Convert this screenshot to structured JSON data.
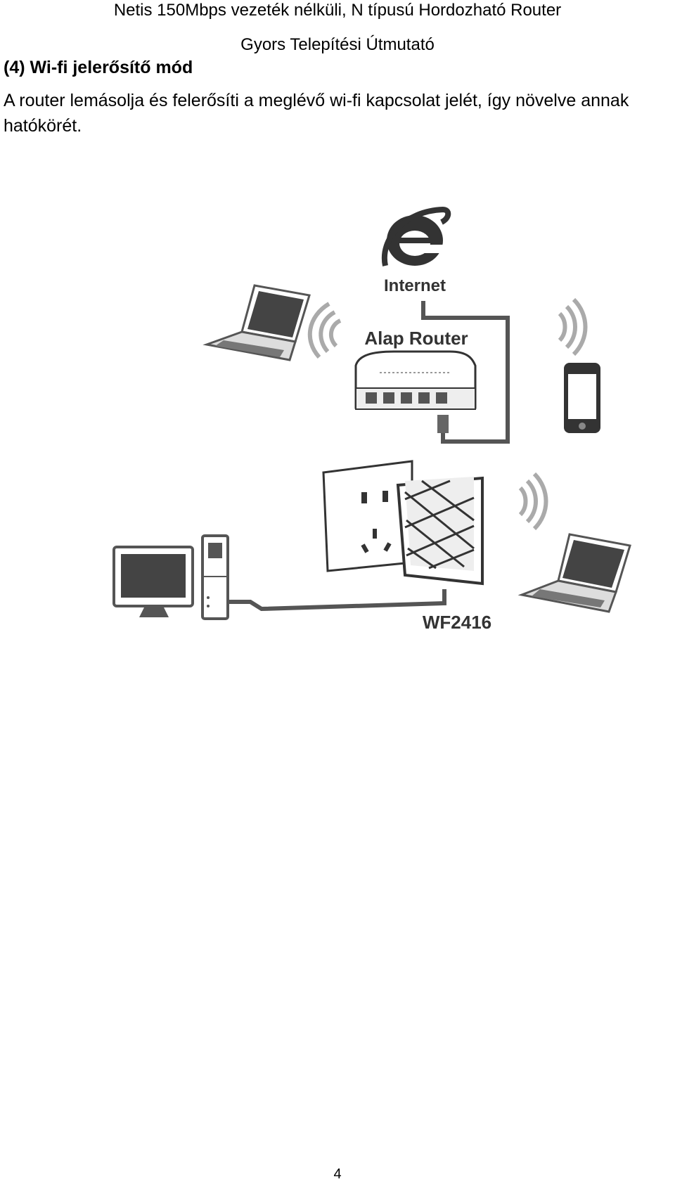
{
  "header": {
    "title": "Netis 150Mbps vezeték nélküli, N típusú Hordozható Router",
    "subtitle": "Gyors Telepítési Útmutató"
  },
  "section": {
    "title": "(4) Wi-fi jelerősítő mód",
    "body": "A router lemásolja és felerősíti a meglévő wi-fi kapcsolat jelét, így növelve annak hatókörét."
  },
  "diagram": {
    "internet_label": "Internet",
    "router_label": "Alap Router",
    "device_label": "WF2416",
    "icons": [
      "internet-explorer-icon",
      "laptop-icon",
      "wifi-waves-icon",
      "router-icon",
      "smartphone-icon",
      "wall-socket-icon",
      "desktop-computer-icon"
    ]
  },
  "footer": {
    "page_number": "4"
  }
}
